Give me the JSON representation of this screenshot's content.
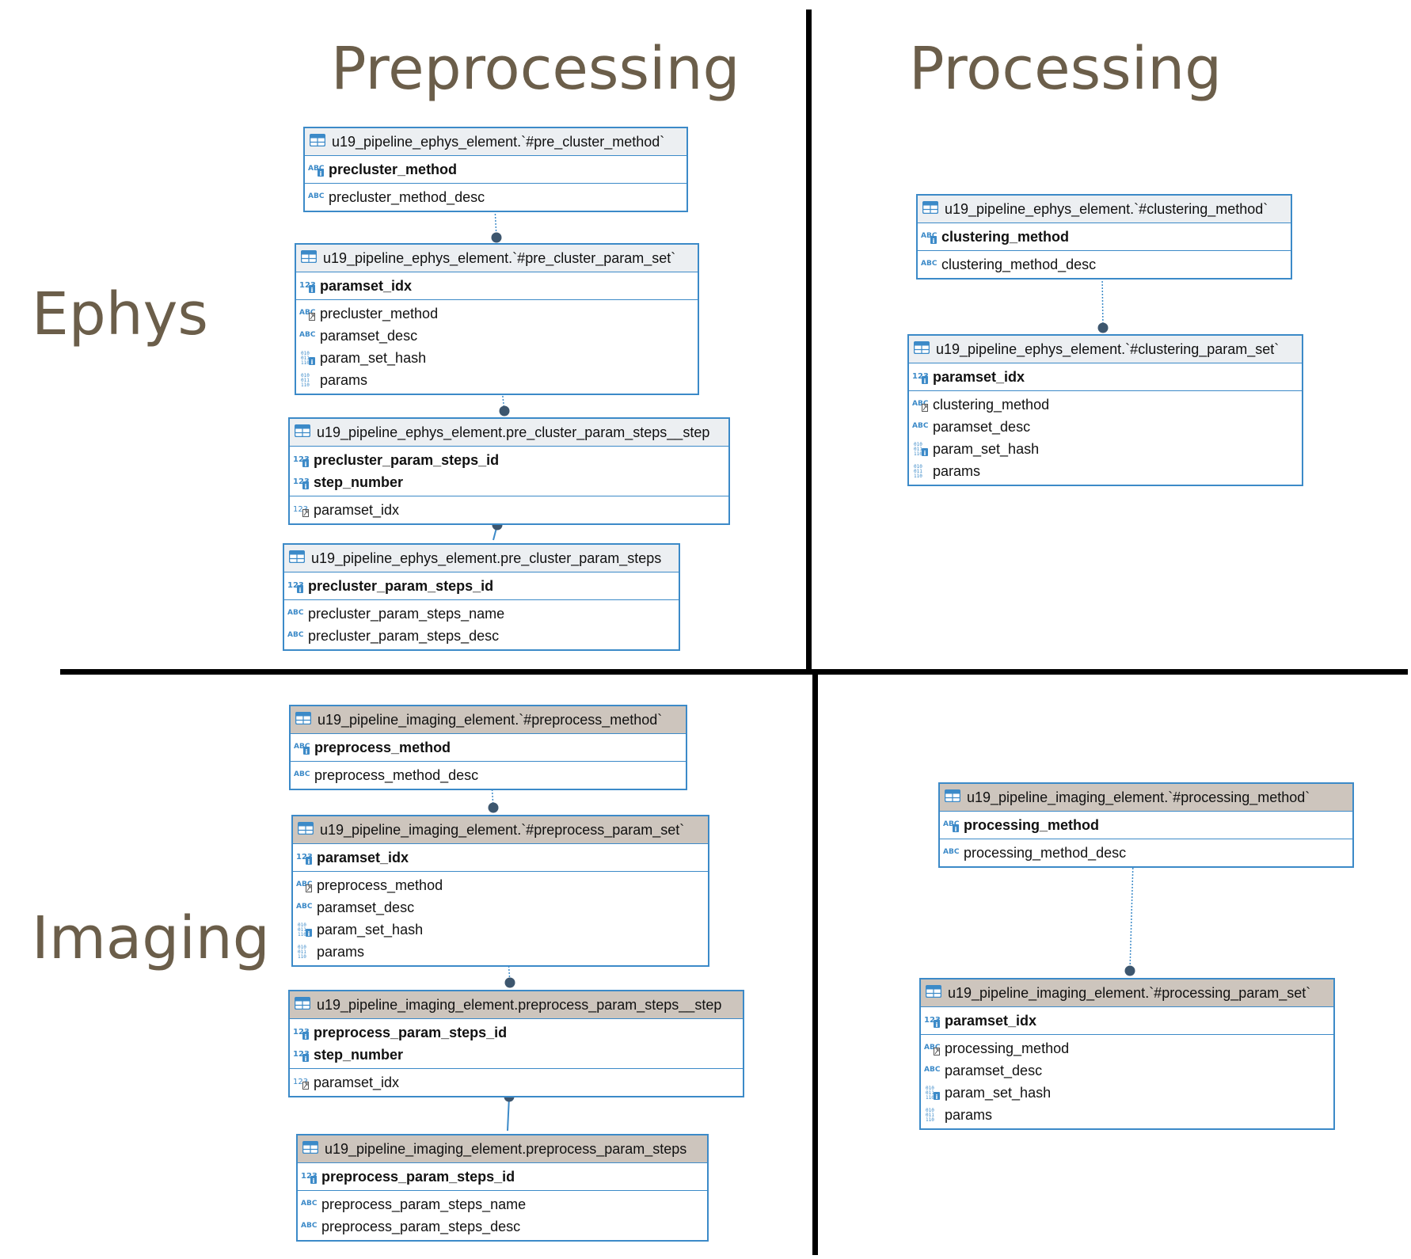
{
  "quadrants": {
    "col_preprocessing": "Preprocessing",
    "col_processing": "Processing",
    "row_ephys": "Ephys",
    "row_imaging": "Imaging"
  },
  "colors": {
    "border": "#3c8ac8",
    "ephys_header": "#eceff2",
    "imaging_header": "#cdc5bd",
    "label": "#6b5e4a"
  },
  "tables": {
    "t1": {
      "title": "u19_pipeline_ephys_element.`#pre_cluster_method`",
      "pk": [
        {
          "name": "precluster_method",
          "icon": "abc-key-icon"
        }
      ],
      "cols": [
        {
          "name": "precluster_method_desc",
          "icon": "abc-icon"
        }
      ]
    },
    "t2": {
      "title": "u19_pipeline_ephys_element.`#pre_cluster_param_set`",
      "pk": [
        {
          "name": "paramset_idx",
          "icon": "num-key-icon"
        }
      ],
      "cols": [
        {
          "name": "precluster_method",
          "icon": "abc-fk-icon"
        },
        {
          "name": "paramset_desc",
          "icon": "abc-icon"
        },
        {
          "name": "param_set_hash",
          "icon": "binary-key-icon"
        },
        {
          "name": "params",
          "icon": "binary-icon"
        }
      ]
    },
    "t3": {
      "title": "u19_pipeline_ephys_element.pre_cluster_param_steps__step",
      "pk": [
        {
          "name": "precluster_param_steps_id",
          "icon": "num-key-icon"
        },
        {
          "name": "step_number",
          "icon": "num-key-icon"
        }
      ],
      "cols": [
        {
          "name": "paramset_idx",
          "icon": "num-fk-icon"
        }
      ]
    },
    "t4": {
      "title": "u19_pipeline_ephys_element.pre_cluster_param_steps",
      "pk": [
        {
          "name": "precluster_param_steps_id",
          "icon": "num-key-icon"
        }
      ],
      "cols": [
        {
          "name": "precluster_param_steps_name",
          "icon": "abc-icon"
        },
        {
          "name": "precluster_param_steps_desc",
          "icon": "abc-icon"
        }
      ]
    },
    "t5": {
      "title": "u19_pipeline_ephys_element.`#clustering_method`",
      "pk": [
        {
          "name": "clustering_method",
          "icon": "abc-key-icon"
        }
      ],
      "cols": [
        {
          "name": "clustering_method_desc",
          "icon": "abc-icon"
        }
      ]
    },
    "t6": {
      "title": "u19_pipeline_ephys_element.`#clustering_param_set`",
      "pk": [
        {
          "name": "paramset_idx",
          "icon": "num-key-icon"
        }
      ],
      "cols": [
        {
          "name": "clustering_method",
          "icon": "abc-fk-icon"
        },
        {
          "name": "paramset_desc",
          "icon": "abc-icon"
        },
        {
          "name": "param_set_hash",
          "icon": "binary-key-icon"
        },
        {
          "name": "params",
          "icon": "binary-icon"
        }
      ]
    },
    "t7": {
      "title": "u19_pipeline_imaging_element.`#preprocess_method`",
      "pk": [
        {
          "name": "preprocess_method",
          "icon": "abc-key-icon"
        }
      ],
      "cols": [
        {
          "name": "preprocess_method_desc",
          "icon": "abc-icon"
        }
      ]
    },
    "t8": {
      "title": "u19_pipeline_imaging_element.`#preprocess_param_set`",
      "pk": [
        {
          "name": "paramset_idx",
          "icon": "num-key-icon"
        }
      ],
      "cols": [
        {
          "name": "preprocess_method",
          "icon": "abc-fk-icon"
        },
        {
          "name": "paramset_desc",
          "icon": "abc-icon"
        },
        {
          "name": "param_set_hash",
          "icon": "binary-key-icon"
        },
        {
          "name": "params",
          "icon": "binary-icon"
        }
      ]
    },
    "t9": {
      "title": "u19_pipeline_imaging_element.preprocess_param_steps__step",
      "pk": [
        {
          "name": "preprocess_param_steps_id",
          "icon": "num-key-icon"
        },
        {
          "name": "step_number",
          "icon": "num-key-icon"
        }
      ],
      "cols": [
        {
          "name": "paramset_idx",
          "icon": "num-fk-icon"
        }
      ]
    },
    "t10": {
      "title": "u19_pipeline_imaging_element.preprocess_param_steps",
      "pk": [
        {
          "name": "preprocess_param_steps_id",
          "icon": "num-key-icon"
        }
      ],
      "cols": [
        {
          "name": "preprocess_param_steps_name",
          "icon": "abc-icon"
        },
        {
          "name": "preprocess_param_steps_desc",
          "icon": "abc-icon"
        }
      ]
    },
    "t11": {
      "title": "u19_pipeline_imaging_element.`#processing_method`",
      "pk": [
        {
          "name": "processing_method",
          "icon": "abc-key-icon"
        }
      ],
      "cols": [
        {
          "name": "processing_method_desc",
          "icon": "abc-icon"
        }
      ]
    },
    "t12": {
      "title": "u19_pipeline_imaging_element.`#processing_param_set`",
      "pk": [
        {
          "name": "paramset_idx",
          "icon": "num-key-icon"
        }
      ],
      "cols": [
        {
          "name": "processing_method",
          "icon": "abc-fk-icon"
        },
        {
          "name": "paramset_desc",
          "icon": "abc-icon"
        },
        {
          "name": "param_set_hash",
          "icon": "binary-key-icon"
        },
        {
          "name": "params",
          "icon": "binary-icon"
        }
      ]
    }
  }
}
